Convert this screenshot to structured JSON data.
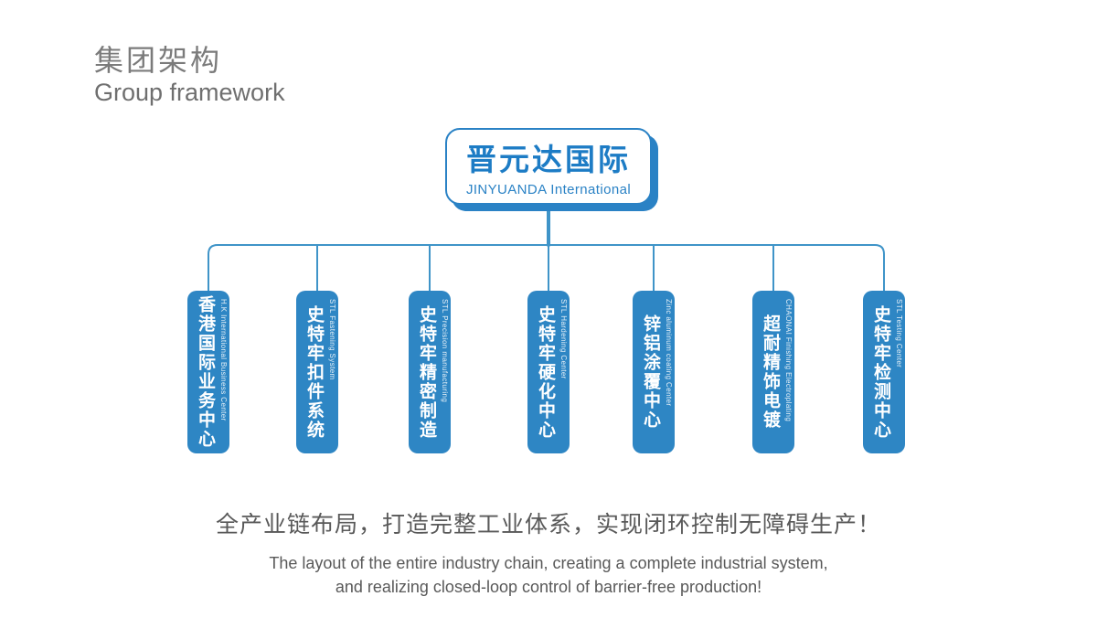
{
  "header": {
    "title_zh": "集团架构",
    "title_en": "Group framework"
  },
  "root": {
    "name_zh": "晋元达国际",
    "name_en": "JINYUANDA International"
  },
  "children": [
    {
      "zh": "香港国际业务中心",
      "en": "H.K International Business Center"
    },
    {
      "zh": "史特牢扣件系统",
      "en": "STL Fastening System"
    },
    {
      "zh": "史特牢精密制造",
      "en": "STL Precision manufacturing"
    },
    {
      "zh": "史特牢硬化中心",
      "en": "STL Hardening Center"
    },
    {
      "zh": "锌铝涂覆中心",
      "en": "Zinc aluminum coating Center"
    },
    {
      "zh": "超耐精饰电镀",
      "en": "CHAONAI Finishing Electroplating"
    },
    {
      "zh": "史特牢检测中心",
      "en": "STL Testing Center"
    }
  ],
  "footer": {
    "tagline_zh": "全产业链布局，打造完整工业体系，实现闭环控制无障碍生产！",
    "tagline_en_1": "The layout of the entire industry chain, creating a complete industrial system,",
    "tagline_en_2": "and realizing closed-loop control of barrier-free production!"
  },
  "colors": {
    "primary_blue": "#2a82c5",
    "node_fill": "#2e86c4",
    "line_blue": "#3f94c8",
    "text_gray": "#595959"
  }
}
